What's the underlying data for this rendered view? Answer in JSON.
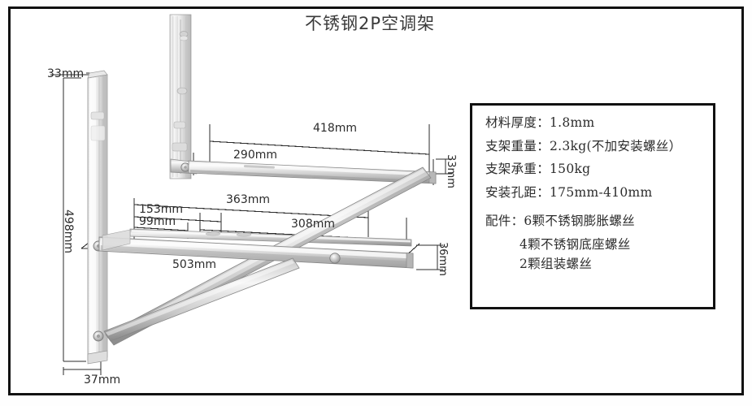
{
  "title": "不锈钢2P空调架",
  "spec_box": {
    "lines": [
      "材料厚度：1.8mm",
      "支架重量：2.3kg(不加安装螺丝）",
      "支架承重：150kg",
      "安装孔距：175mm-410mm"
    ],
    "accessories_label": "配件：6颗不锈钢膨胀螺丝",
    "accessories_extra": [
      "4颗不锈钢底座螺丝",
      "2颗组装螺丝"
    ]
  },
  "dimensions": {
    "top_left": "33mm",
    "left_height": "498mm",
    "bottom_width": "37mm",
    "upper_long": "418mm",
    "upper_short": "290mm",
    "right_upper_depth": "33mm",
    "mid_153": "153mm",
    "mid_99": "99mm",
    "mid_363": "363mm",
    "mid_308": "308mm",
    "lower_long": "503mm",
    "right_lower_depth": "36mm"
  },
  "colors": {
    "frame": "#111111",
    "text": "#2c2c2c",
    "title": "#3a3a3a",
    "metal_light": "#f2f2f2",
    "metal_mid": "#c9c9c9",
    "metal_dark": "#8d8d8d",
    "dimline": "#2b2b2b"
  }
}
